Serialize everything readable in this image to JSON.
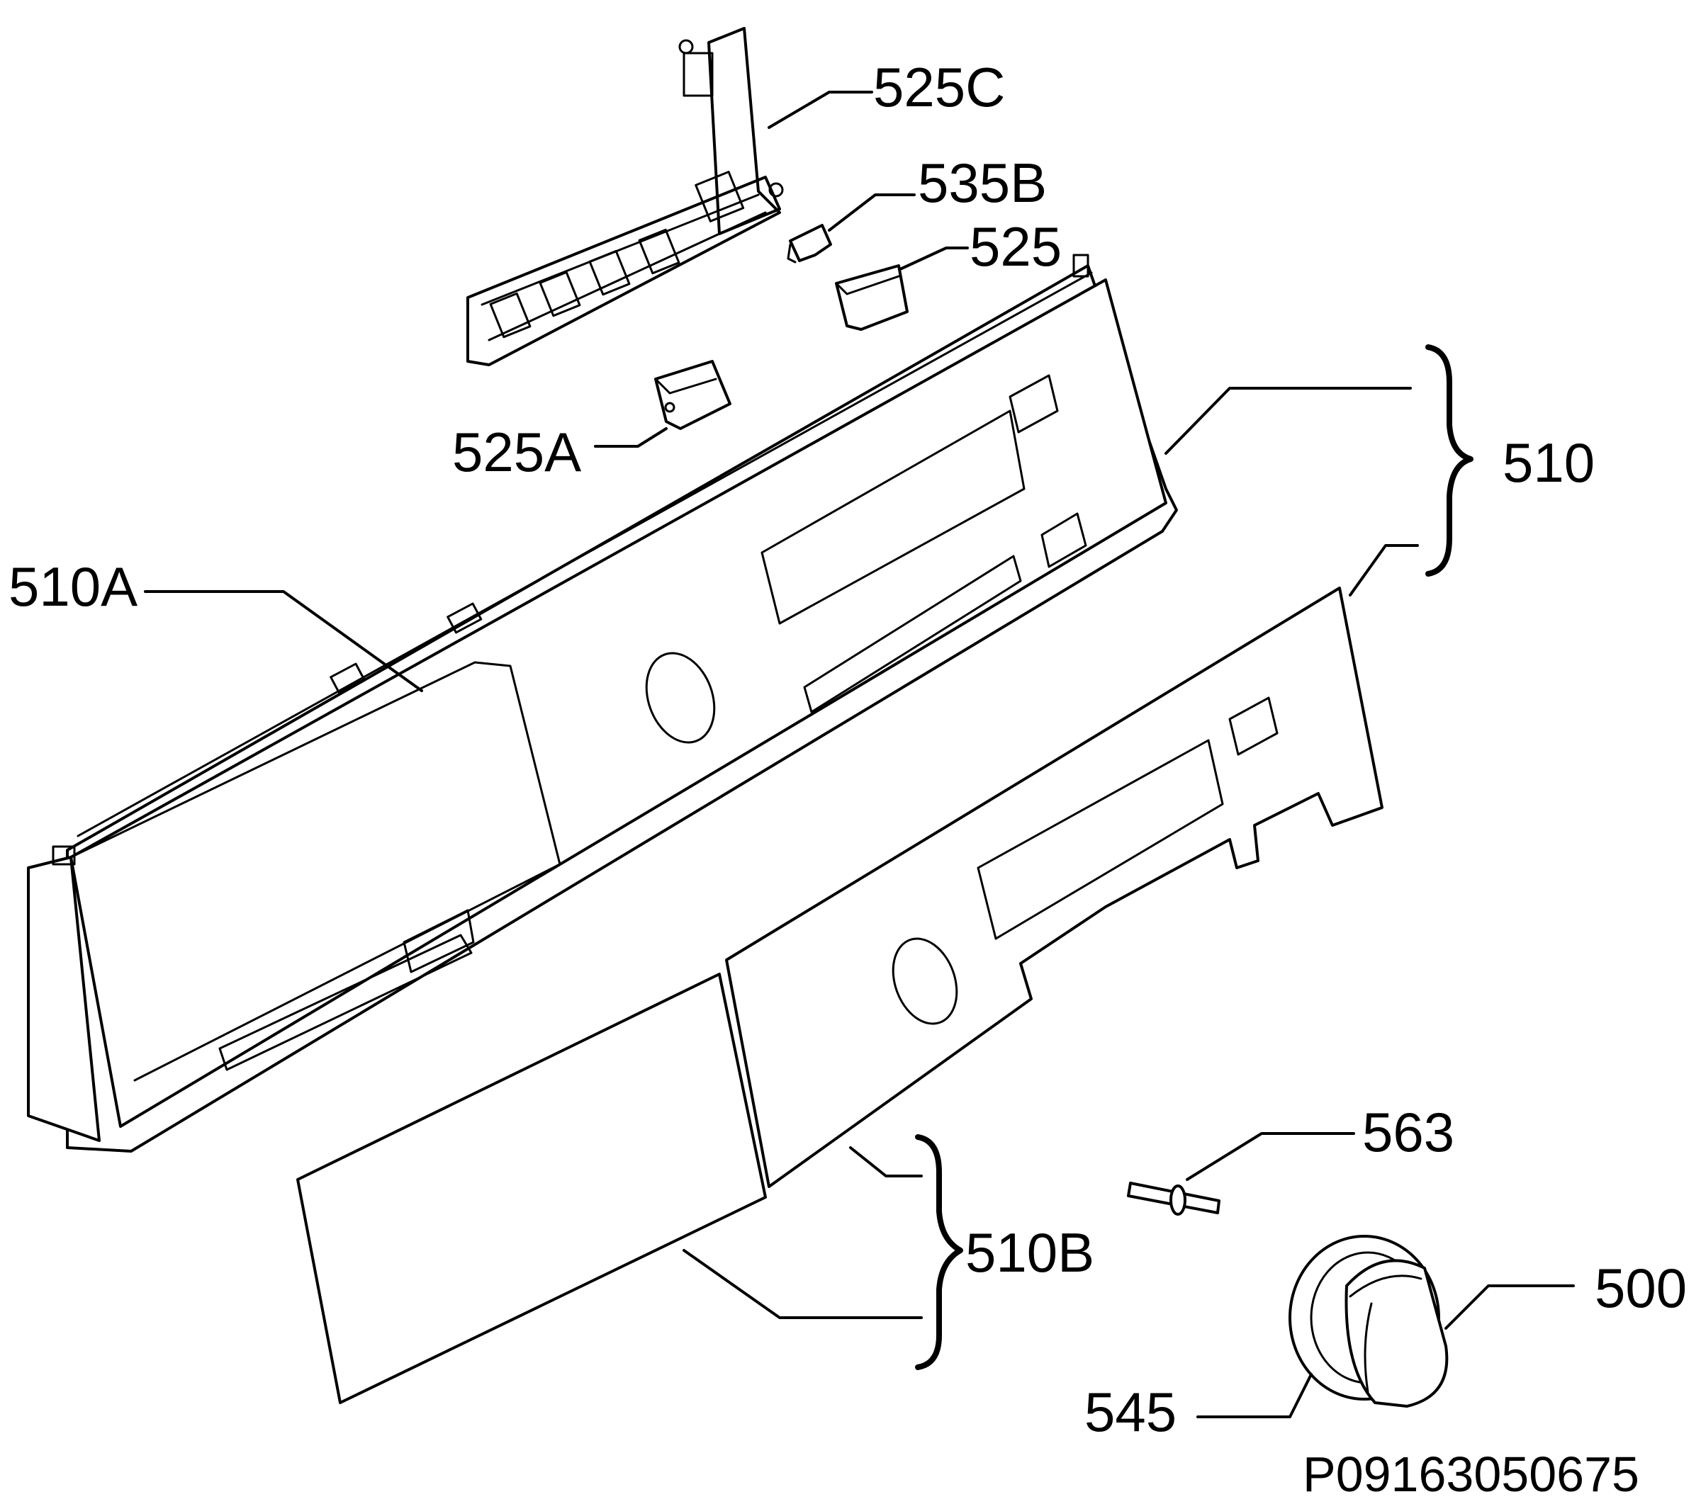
{
  "callouts": {
    "c525C": "525C",
    "c535B": "535B",
    "c525": "525",
    "c525A": "525A",
    "c510": "510",
    "c510A": "510A",
    "c563": "563",
    "c510B": "510B",
    "c500": "500",
    "c545": "545"
  },
  "reference_code": "P09163050675",
  "colors": {
    "line": "#000000",
    "background": "#ffffff"
  }
}
